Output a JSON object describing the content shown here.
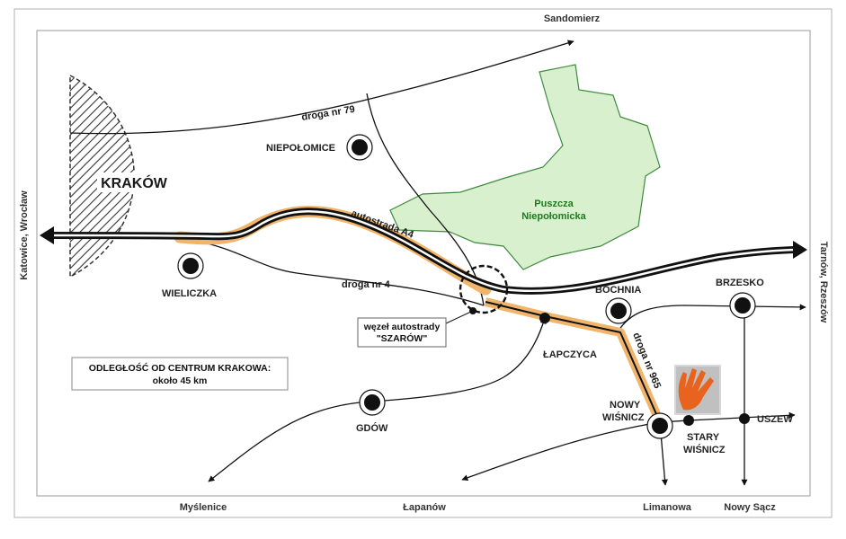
{
  "colors": {
    "highway_glow": "#f0b46a",
    "forest_fill": "#d9f0cf",
    "forest_stroke": "#3f8a3f",
    "forest_text": "#1d7a1d",
    "logo_orange": "#e8641e",
    "frame": "#9a9a9a"
  },
  "directions": {
    "top": "Sandomierz",
    "left": "Katowice, Wrocław",
    "right": "Tarnów, Rzeszów",
    "bottom_1": "Myślenice",
    "bottom_2": "Łapanów",
    "bottom_3": "Limanowa",
    "bottom_4": "Nowy Sącz"
  },
  "city": {
    "name": "KRAKÓW"
  },
  "forest": {
    "line1": "Puszcza",
    "line2": "Niepołomicka"
  },
  "roads": {
    "road79": "droga nr 79",
    "a4": "autostrada A4",
    "road4": "droga nr 4",
    "road965": "droga nr 965"
  },
  "towns": {
    "niepolomice": "NIEPOŁOMICE",
    "wieliczka": "WIELICZKA",
    "bochnia": "BOCHNIA",
    "brzesko": "BRZESKO",
    "lapczyca": "ŁAPCZYCA",
    "gdow": "GDÓW",
    "nowy_wisnicz_1": "NOWY",
    "nowy_wisnicz_2": "WIŚNICZ",
    "stary_wisnicz_1": "STARY",
    "stary_wisnicz_2": "WIŚNICZ",
    "uszew": "USZEW"
  },
  "junction": {
    "line1": "węzeł autostrady",
    "line2": "\"SZARÓW\""
  },
  "distance": {
    "line1": "ODLEGŁOŚĆ OD CENTRUM KRAKOWA:",
    "line2": "około 45 km"
  }
}
